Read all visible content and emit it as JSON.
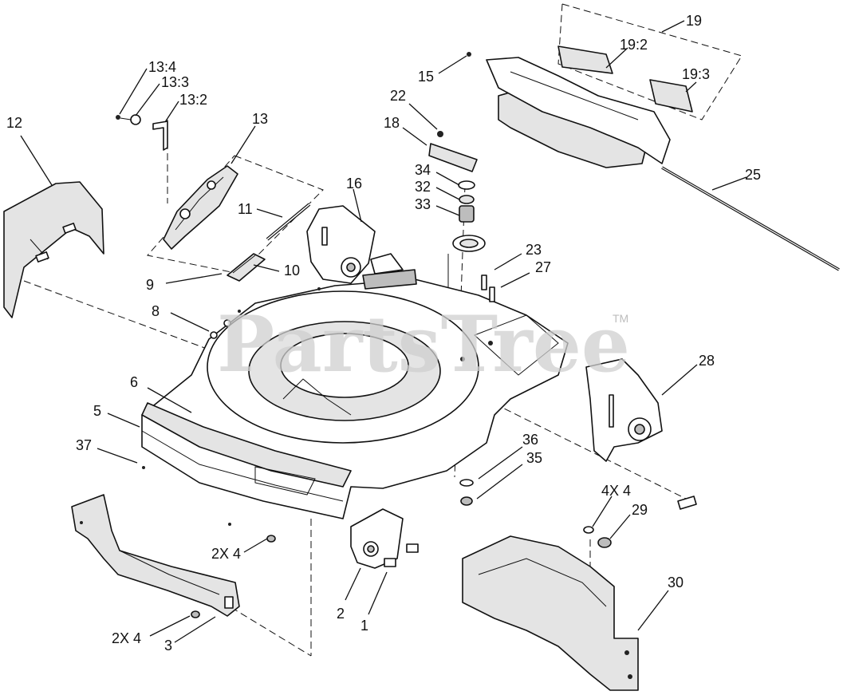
{
  "diagram": {
    "watermark": "PartsTree",
    "watermark_mark": "TM"
  },
  "callouts": [
    {
      "id": "c12",
      "text": "12"
    },
    {
      "id": "c13_4",
      "text": "13:4"
    },
    {
      "id": "c13_3",
      "text": "13:3"
    },
    {
      "id": "c13_2",
      "text": "13:2"
    },
    {
      "id": "c13",
      "text": "13"
    },
    {
      "id": "c11",
      "text": "11"
    },
    {
      "id": "c10",
      "text": "10"
    },
    {
      "id": "c9",
      "text": "9"
    },
    {
      "id": "c8",
      "text": "8"
    },
    {
      "id": "c6",
      "text": "6"
    },
    {
      "id": "c5",
      "text": "5"
    },
    {
      "id": "c37",
      "text": "37"
    },
    {
      "id": "c2x4a",
      "text": "2X 4"
    },
    {
      "id": "c2x4b",
      "text": "2X 4"
    },
    {
      "id": "c3",
      "text": "3"
    },
    {
      "id": "c2",
      "text": "2"
    },
    {
      "id": "c1",
      "text": "1"
    },
    {
      "id": "c16",
      "text": "16"
    },
    {
      "id": "c22",
      "text": "22"
    },
    {
      "id": "c18",
      "text": "18"
    },
    {
      "id": "c34",
      "text": "34"
    },
    {
      "id": "c32",
      "text": "32"
    },
    {
      "id": "c33",
      "text": "33"
    },
    {
      "id": "c15",
      "text": "15"
    },
    {
      "id": "c19",
      "text": "19"
    },
    {
      "id": "c19_2",
      "text": "19:2"
    },
    {
      "id": "c19_3",
      "text": "19:3"
    },
    {
      "id": "c25",
      "text": "25"
    },
    {
      "id": "c23",
      "text": "23"
    },
    {
      "id": "c27",
      "text": "27"
    },
    {
      "id": "c28",
      "text": "28"
    },
    {
      "id": "c36",
      "text": "36"
    },
    {
      "id": "c35",
      "text": "35"
    },
    {
      "id": "c4x4",
      "text": "4X 4"
    },
    {
      "id": "c29",
      "text": "29"
    },
    {
      "id": "c30",
      "text": "30"
    }
  ]
}
